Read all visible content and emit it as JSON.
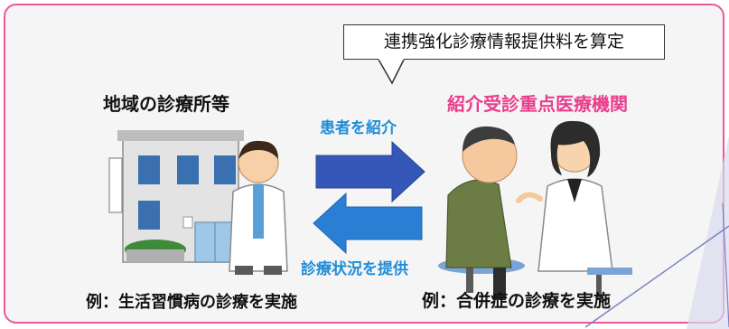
{
  "callout": {
    "text": "連携強化診療情報提供料を算定"
  },
  "left_facility": {
    "title": "地域の診療所等",
    "example": "例：生活習慣病の診療を実施",
    "icon": "clinic-building-with-doctor"
  },
  "right_facility": {
    "title": "紹介受診重点医療機関",
    "example": "例：合併症の診療を実施",
    "icon": "doctor-consulting-patient"
  },
  "flows": {
    "referral_label": "患者を紹介",
    "report_label": "診療状況を提供"
  },
  "colors": {
    "border": "#e9599c",
    "right_title": "#ea3d8e",
    "flow_label": "#1f8cd8",
    "arrow_right": "#3557b8",
    "arrow_left": "#2a7fd4"
  }
}
